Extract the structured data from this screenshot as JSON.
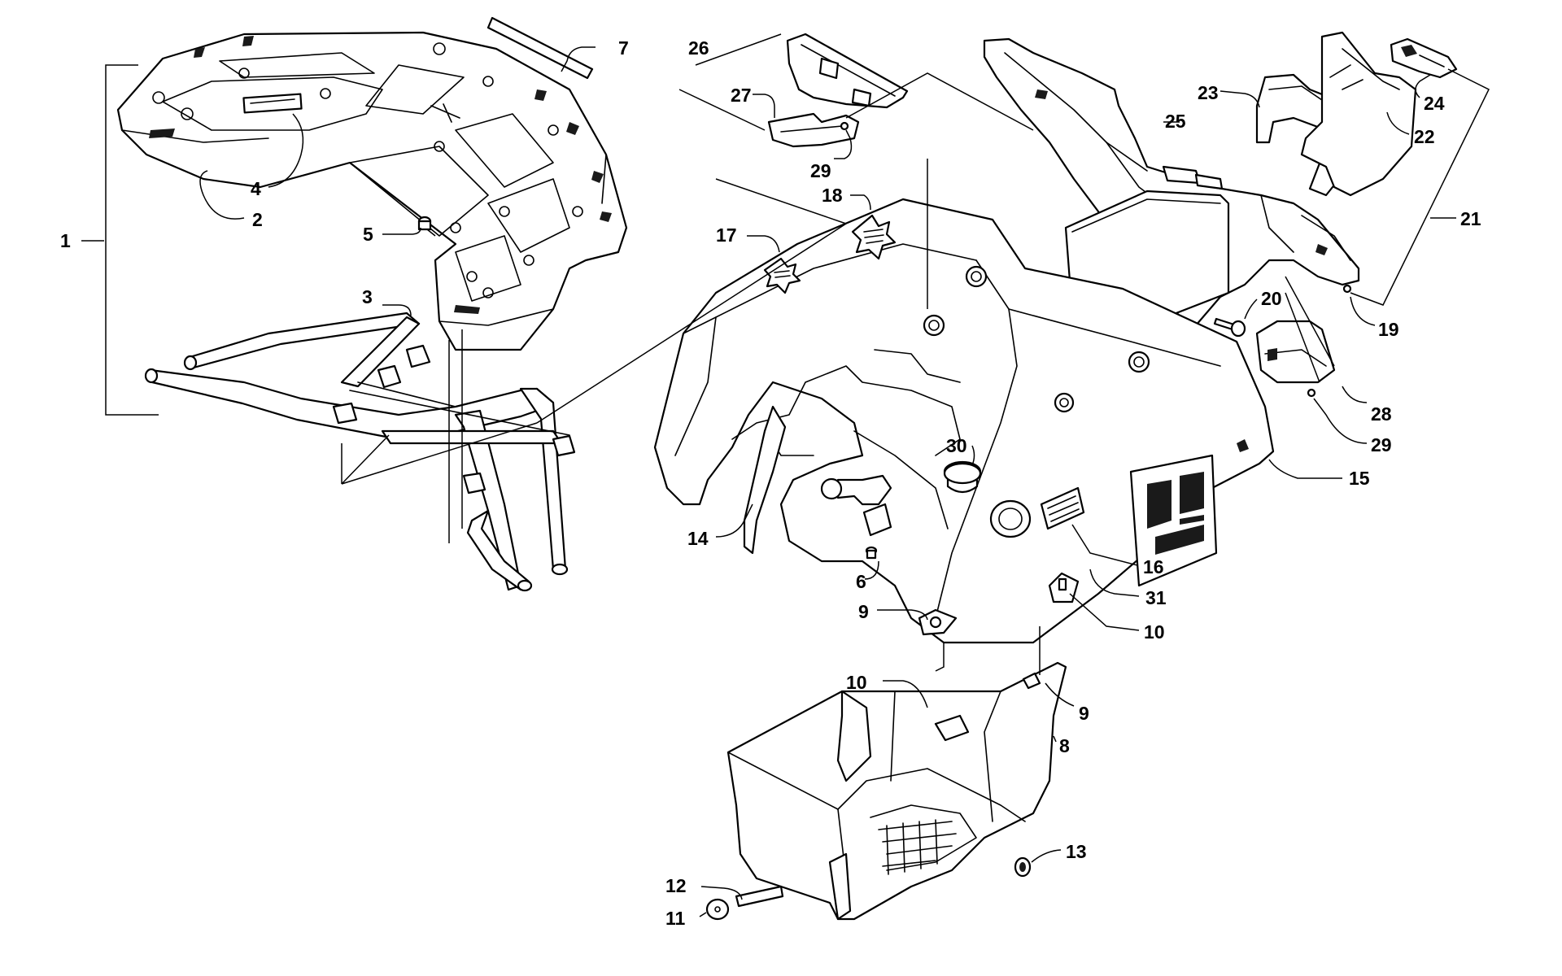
{
  "callouts": [
    {
      "id": "1",
      "text": "1"
    },
    {
      "id": "2",
      "text": "2"
    },
    {
      "id": "3",
      "text": "3"
    },
    {
      "id": "4",
      "text": "4"
    },
    {
      "id": "5",
      "text": "5"
    },
    {
      "id": "6",
      "text": "6"
    },
    {
      "id": "7",
      "text": "7"
    },
    {
      "id": "8",
      "text": "8"
    },
    {
      "id": "9a",
      "text": "9"
    },
    {
      "id": "9b",
      "text": "9"
    },
    {
      "id": "10a",
      "text": "10"
    },
    {
      "id": "10b",
      "text": "10"
    },
    {
      "id": "11",
      "text": "11"
    },
    {
      "id": "12",
      "text": "12"
    },
    {
      "id": "13",
      "text": "13"
    },
    {
      "id": "14",
      "text": "14"
    },
    {
      "id": "15",
      "text": "15"
    },
    {
      "id": "16",
      "text": "16"
    },
    {
      "id": "17",
      "text": "17"
    },
    {
      "id": "18",
      "text": "18"
    },
    {
      "id": "19",
      "text": "19"
    },
    {
      "id": "20",
      "text": "20"
    },
    {
      "id": "21",
      "text": "21"
    },
    {
      "id": "22",
      "text": "22"
    },
    {
      "id": "23",
      "text": "23"
    },
    {
      "id": "24",
      "text": "24"
    },
    {
      "id": "25",
      "text": "25"
    },
    {
      "id": "26",
      "text": "26"
    },
    {
      "id": "27",
      "text": "27"
    },
    {
      "id": "28",
      "text": "28"
    },
    {
      "id": "29a",
      "text": "29"
    },
    {
      "id": "29b",
      "text": "29"
    },
    {
      "id": "30",
      "text": "30"
    },
    {
      "id": "31",
      "text": "31"
    }
  ]
}
